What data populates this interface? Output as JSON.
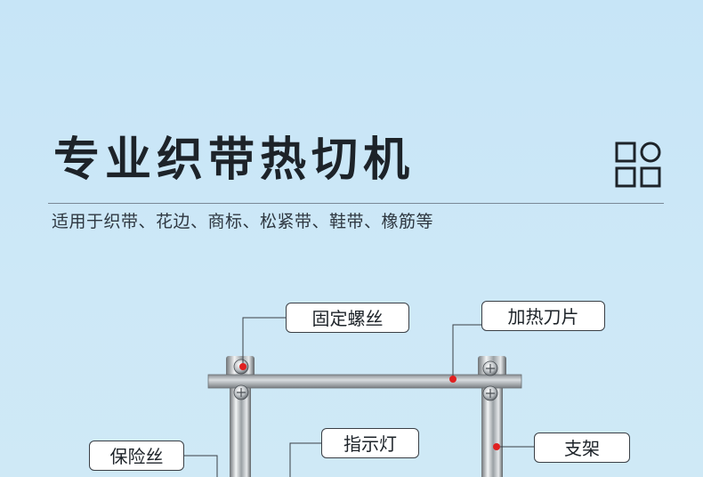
{
  "header": {
    "title": "专业织带热切机",
    "subtitle": "适用于织带、花边、商标、松紧带、鞋带、橡筋等",
    "icon": "grid-apps-icon"
  },
  "callouts": {
    "screw": "固定螺丝",
    "blade": "加热刀片",
    "indicator": "指示灯",
    "fuse": "保险丝",
    "stand": "支架"
  },
  "colors": {
    "background": "#c9e6f6",
    "text": "#1d2329",
    "marker": "#e02020"
  }
}
